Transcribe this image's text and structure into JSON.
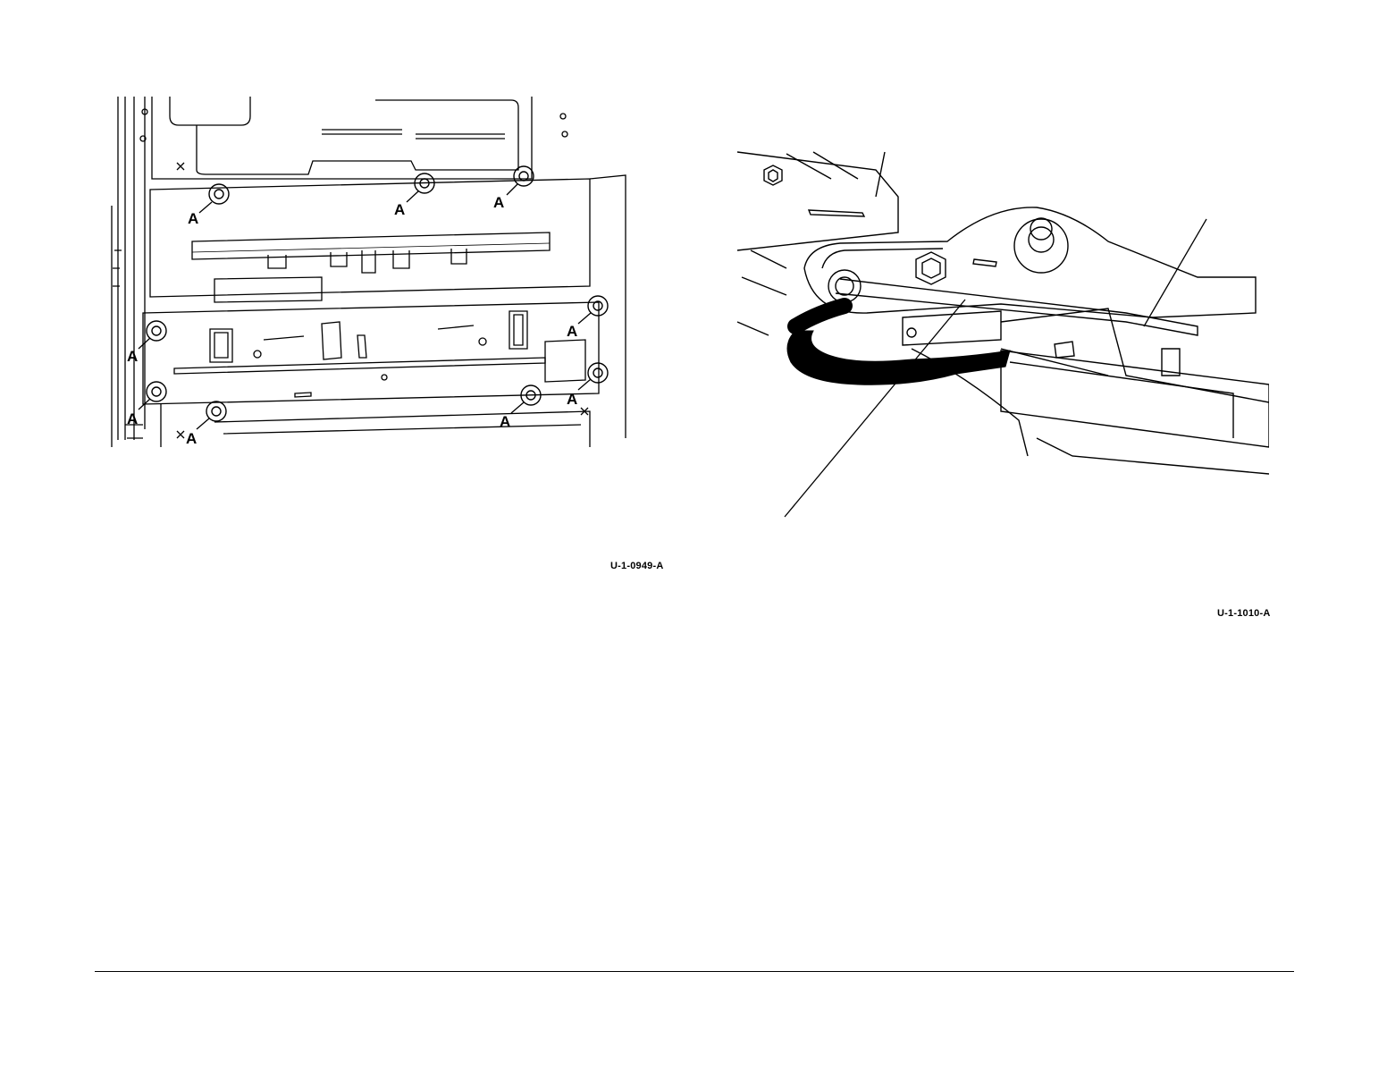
{
  "figures": [
    {
      "id_label": "U-1-0949-A",
      "callout_letter": "A"
    },
    {
      "id_label": "U-1-1010-A"
    }
  ]
}
